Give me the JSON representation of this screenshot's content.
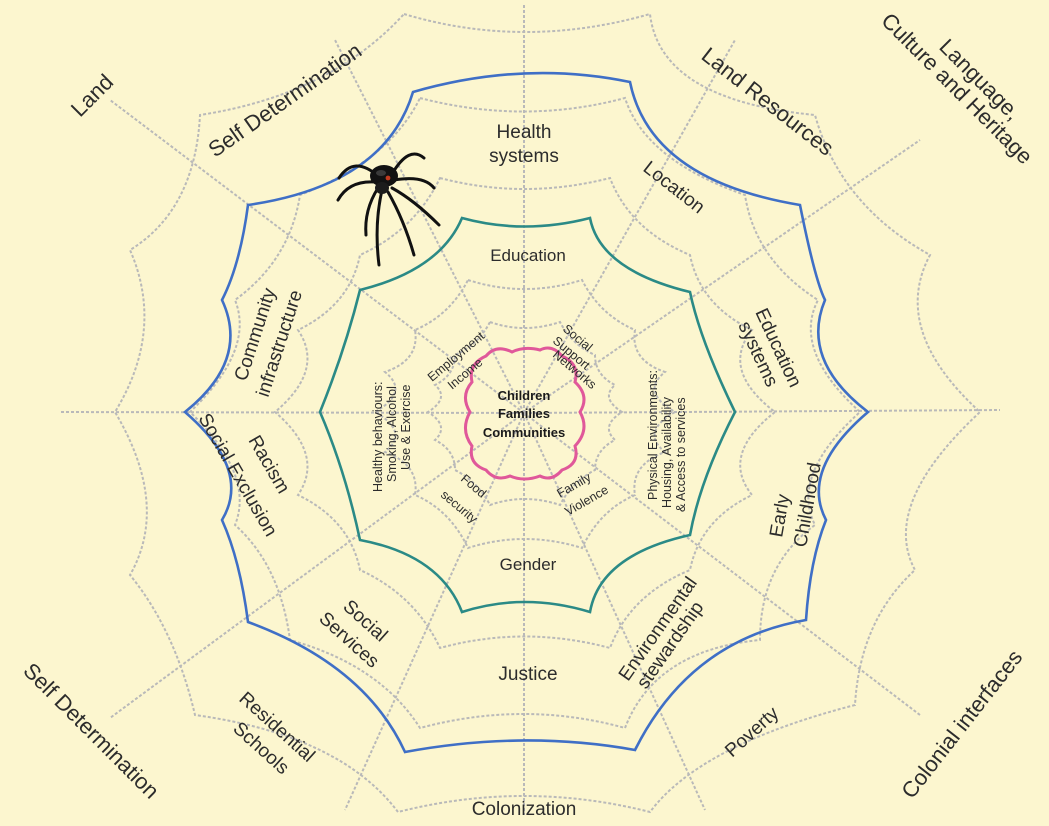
{
  "colors": {
    "background": "#fcf6cf",
    "web_thread": "#b9b9b9",
    "ring_blue": "#3f6fc6",
    "ring_teal": "#2b8a86",
    "ring_pink": "#e0589a",
    "text": "#2c2c2c"
  },
  "center": {
    "lines": [
      "Children",
      "Families",
      "Communities"
    ]
  },
  "outer_labels": {
    "land": "Land",
    "self_determination_top": "Self Determination",
    "land_resources": "Land Resources",
    "language_culture": [
      "Language,",
      "Culture and Heritage"
    ],
    "self_determination_bottom": "Self Determination",
    "colonial_interfaces": "Colonial interfaces"
  },
  "ring_labels": {
    "health_systems": [
      "Health",
      "systems"
    ],
    "location": "Location",
    "education_systems": [
      "Education",
      "systems"
    ],
    "early_childhood": [
      "Early",
      "Childhood"
    ],
    "environmental_stewardship": [
      "Environmental",
      "stewardship"
    ],
    "poverty": "Poverty",
    "colonization": "Colonization",
    "justice": "Justice",
    "residential_schools": [
      "Residential",
      "Schools"
    ],
    "social_services": [
      "Social",
      "Services"
    ],
    "racism": [
      "Racism",
      "Social Exclusion"
    ],
    "community_infrastructure": [
      "Community",
      "infrastructure"
    ]
  },
  "mid_labels": {
    "education": "Education",
    "gender": "Gender",
    "healthy_behaviours": [
      "Healthy behaviours:",
      "Smoking, Alcohol",
      "Use & Exercise"
    ],
    "physical_environments": [
      "Physical Environments:",
      "Housing, Availability",
      "& Access to services"
    ]
  },
  "inner_labels": {
    "employment_income": [
      "Employment",
      "Income"
    ],
    "social_support_networks": [
      "Social",
      "Support",
      "Networks"
    ],
    "food_security": [
      "Food",
      "security"
    ],
    "family_violence": [
      "Family",
      "Violence"
    ]
  },
  "spider_icon": "black-widow-spider"
}
